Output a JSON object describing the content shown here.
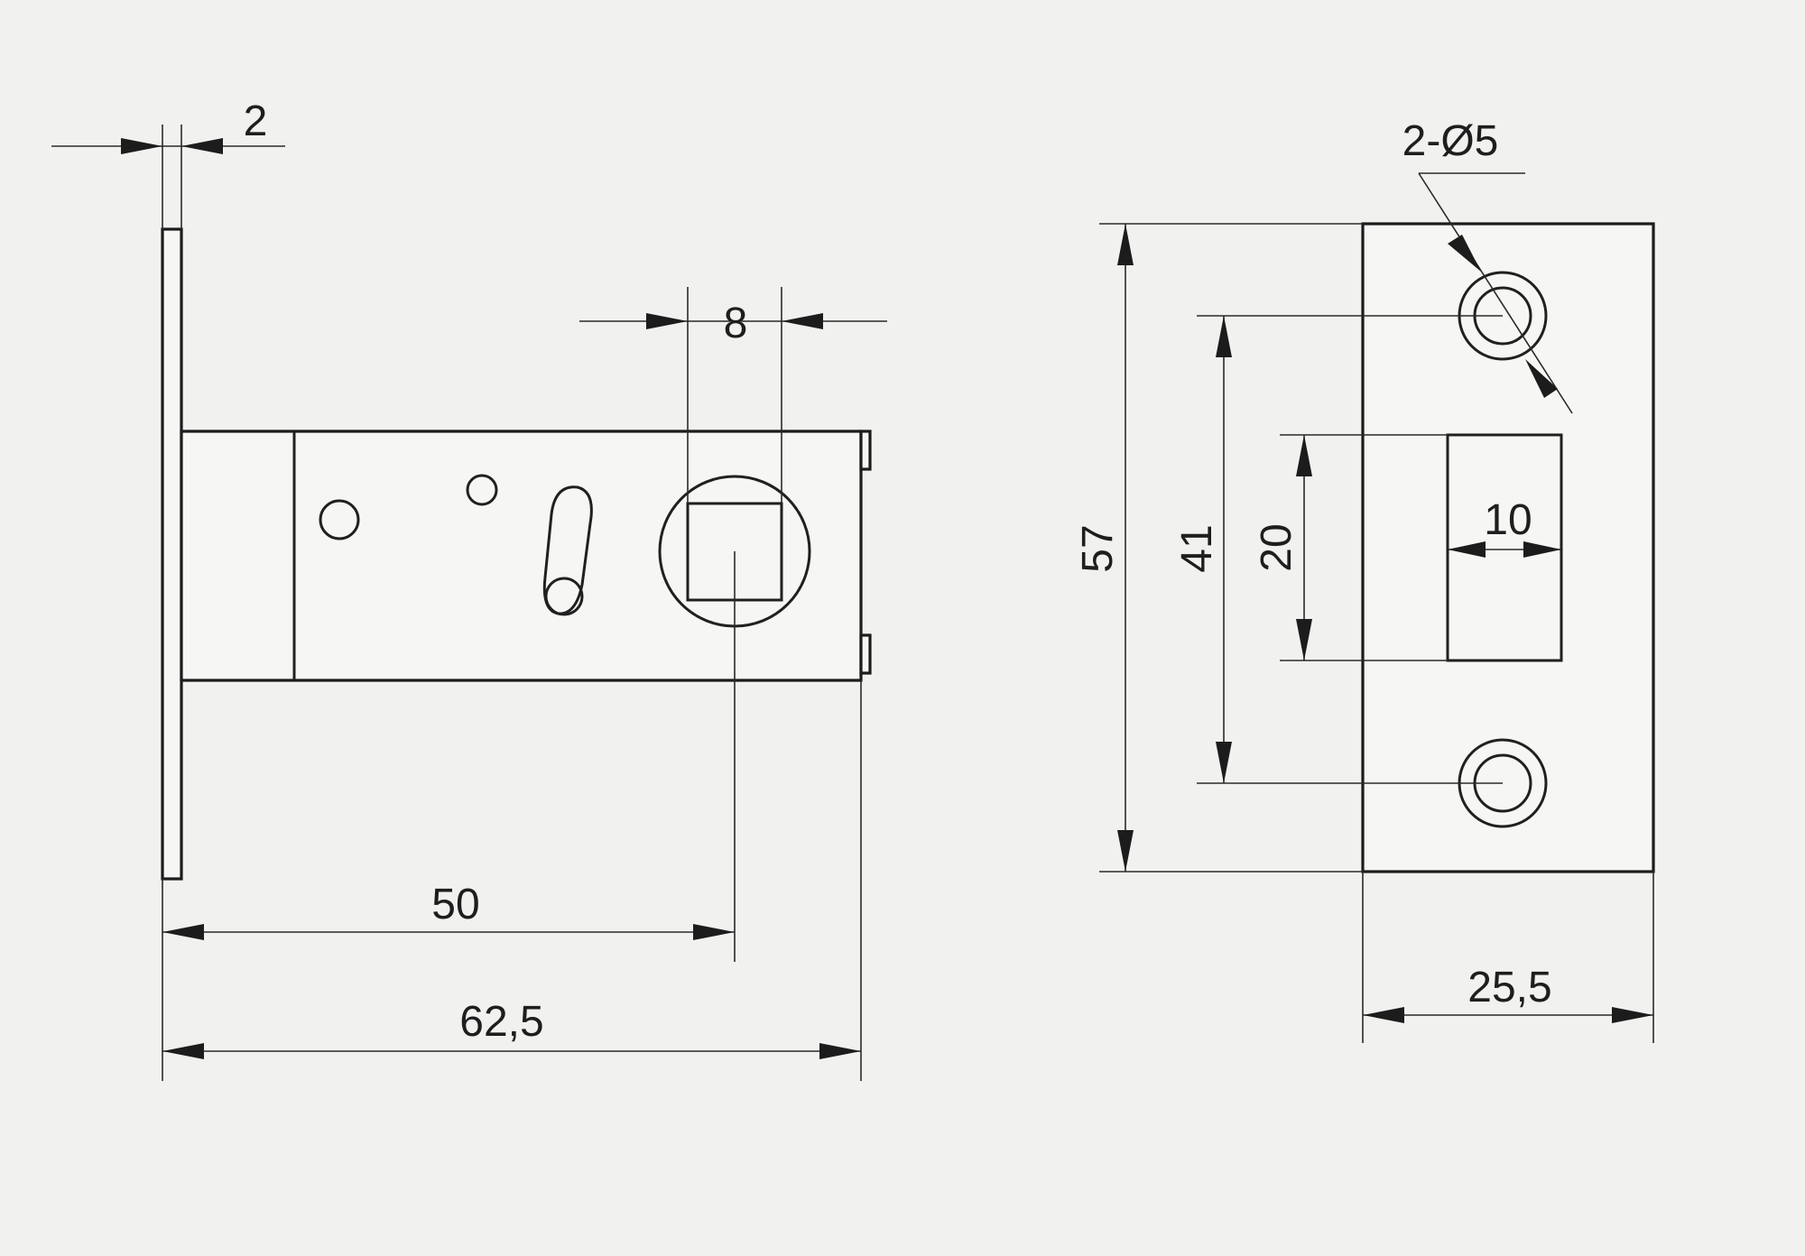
{
  "drawing": {
    "side_view": {
      "dimensions": {
        "plate_thickness": "2",
        "square_width": "8",
        "backset": "50",
        "overall_length": "62,5"
      }
    },
    "front_view": {
      "dimensions": {
        "screw_holes": "2-Ø5",
        "plate_height": "57",
        "hole_spacing": "41",
        "latch_height": "20",
        "latch_width": "10",
        "plate_width": "25,5"
      }
    }
  }
}
